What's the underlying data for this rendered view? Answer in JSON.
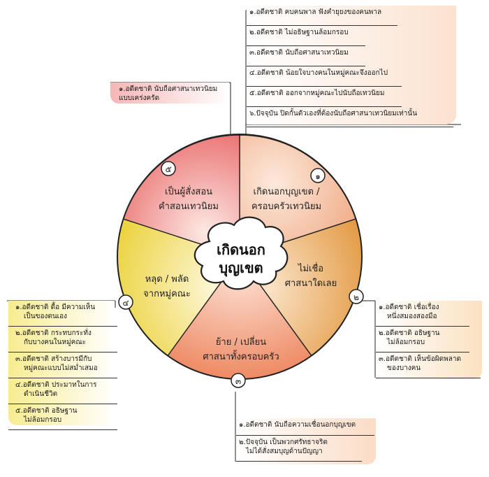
{
  "center": {
    "line1": "เกิดนอก",
    "line2": "บุญเขต"
  },
  "segments": [
    {
      "number": "๑",
      "lines": [
        "เกิดนอกบุญเขต /",
        "ครอบครัวเทวนิยม"
      ]
    },
    {
      "number": "๒",
      "lines": [
        "ไม่เชื่อ",
        "ศาสนาใดเลย"
      ]
    },
    {
      "number": "๓",
      "lines": [
        "ย้าย / เปลี่ยน",
        "ศาสนาทั้งครอบครัว"
      ]
    },
    {
      "number": "๔",
      "lines": [
        "หลุด / พลัด",
        "จากหมู่คณะ"
      ]
    },
    {
      "number": "๕",
      "lines": [
        "เป็นผู้สั่งสอน",
        "คำสอนเทวนิยม"
      ]
    }
  ],
  "notes": {
    "top_right": [
      "๑.อดีตชาติ คบคนพาล  ฟังคำยุยงของคนพาล",
      "๒.อดีตชาติ ไม่อธิษฐานล้อมกรอบ",
      "๓.อดีตชาติ นับถือศาสนาเทวนิยม",
      "๔.อดีตชาติ น้อยใจบางคนในหมู่คณะจึงออกไป",
      "๕.อดีตชาติ ออกจากหมู่คณะไปนับถือเทวนิยม",
      "๖.ปัจจุบัน ปิดกั้นตัวเองที่ต้องนับถือศาสนาเทวนิยมเท่านั้น"
    ],
    "top_left": [
      [
        "๑.อดีตชาติ นับถือศาสนาเทวนิยม",
        "แบบเคร่งครัด"
      ]
    ],
    "right": [
      [
        "๑.อดีตชาติ เชื่อเรื่อง",
        "หนึ่งสมองสองมือ"
      ],
      [
        "๒.อดีตชาติ อธิษฐาน",
        "ไม่ล้อมกรอบ"
      ],
      [
        "๓.อดีตชาติ เห็นข้อผิดพลาด",
        "ของบางคน"
      ]
    ],
    "left": [
      [
        "๑.อดีตชาติ ดื้อ  มีความเห็น",
        "เป็นของตนเอง"
      ],
      [
        "๒.อดีตชาติ กระทบกระทั่ง",
        "กับบางคนในหมู่คณะ"
      ],
      [
        "๓.อดีตชาติ สร้างบารมีกับ",
        "หมู่คณะแบบไม่สม่ำเสมอ"
      ],
      [
        "๔.อดีตชาติ ประมาทในการ",
        "ดำเนินชีวิต"
      ],
      [
        "๕.อดีตชาติ อธิษฐาน",
        "ไม่ล้อมกรอบ"
      ]
    ],
    "bottom": [
      [
        "๑.อดีตชาติ นับถือความเชื่อนอกบุญเขต"
      ],
      [
        "๒.ปัจจุบัน เป็นพวกศรัทธาจริต",
        "ไม่ได้สั่งสมบุญด้านปัญญา"
      ]
    ]
  },
  "colors": {
    "seg1": "#f4b48c",
    "seg2": "#e9a254",
    "seg3": "#f09474",
    "seg4": "#f2de58",
    "seg5": "#ef8a86",
    "center_fill": "#ffffff",
    "note_top_right": "#fbe2d0",
    "note_top_left": "#f8c4c4",
    "note_right": "#fbe6c8",
    "note_left": "#fbf2a8",
    "note_bottom": "#fbe0cc"
  }
}
